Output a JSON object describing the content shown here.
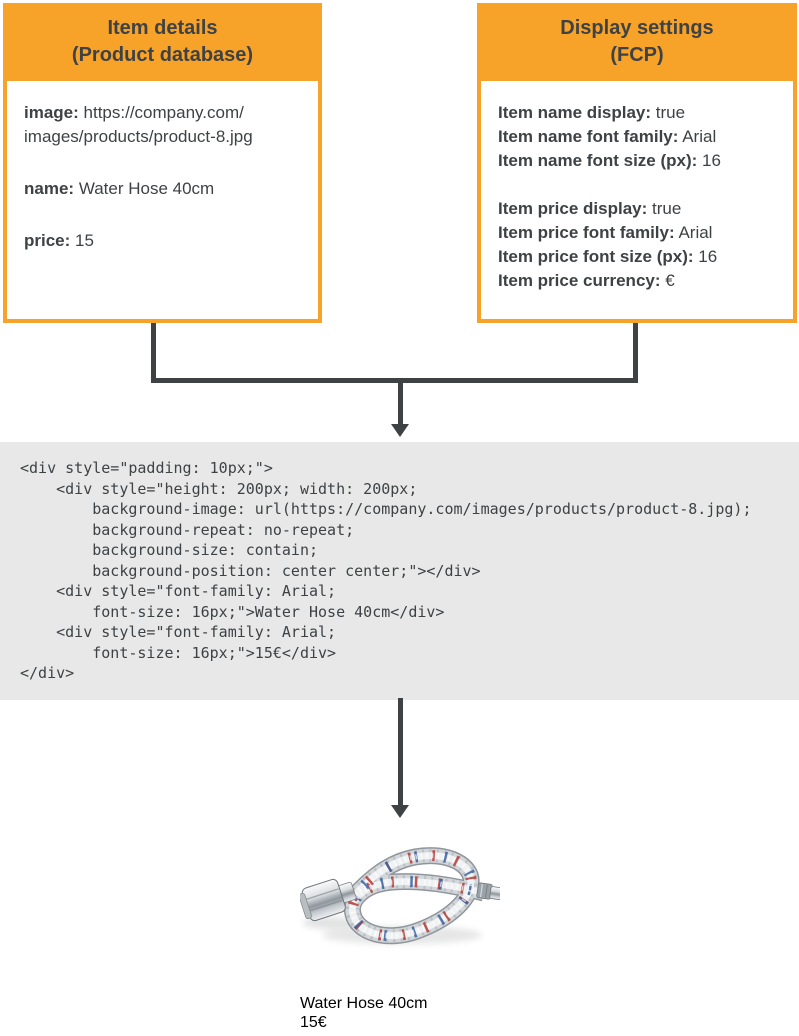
{
  "colors": {
    "accent_orange": "#F7A228",
    "text_dark": "#3E4245",
    "code_bg": "#E8E8E8",
    "arrow": "#3E4245"
  },
  "left_box": {
    "title_line1": "Item details",
    "title_line2": "(Product database)",
    "fields": [
      {
        "label": "image:",
        "value": "https://company.com/\nimages/products/product-8.jpg"
      },
      {
        "label": "name:",
        "value": "Water Hose 40cm"
      },
      {
        "label": "price:",
        "value": "15"
      }
    ]
  },
  "right_box": {
    "title_line1": "Display settings",
    "title_line2": "(FCP)",
    "groups": [
      {
        "lines": [
          {
            "label": "Item name display:",
            "value": "true"
          },
          {
            "label": "Item name font family:",
            "value": "Arial"
          },
          {
            "label": "Item name font size (px):",
            "value": "16"
          }
        ]
      },
      {
        "lines": [
          {
            "label": "Item price display:",
            "value": "true"
          },
          {
            "label": "Item price font family:",
            "value": "Arial"
          },
          {
            "label": "Item price font size (px):",
            "value": "16"
          },
          {
            "label": "Item price currency:",
            "value": "€"
          }
        ]
      }
    ]
  },
  "code_block": {
    "lines": [
      "<div style=\"padding: 10px;\">",
      "    <div style=\"height: 200px; width: 200px;",
      "        background-image: url(https://company.com/images/products/product-8.jpg);",
      "        background-repeat: no-repeat;",
      "        background-size: contain;",
      "        background-position: center center;\"></div>",
      "    <div style=\"font-family: Arial;",
      "        font-size: 16px;\">Water Hose 40cm</div>",
      "    <div style=\"font-family: Arial;",
      "        font-size: 16px;\">15€</div>",
      "</div>"
    ]
  },
  "rendered_output": {
    "item_name": "Water Hose 40cm",
    "item_price": "15€",
    "image_name": "water-hose-product-photo"
  }
}
